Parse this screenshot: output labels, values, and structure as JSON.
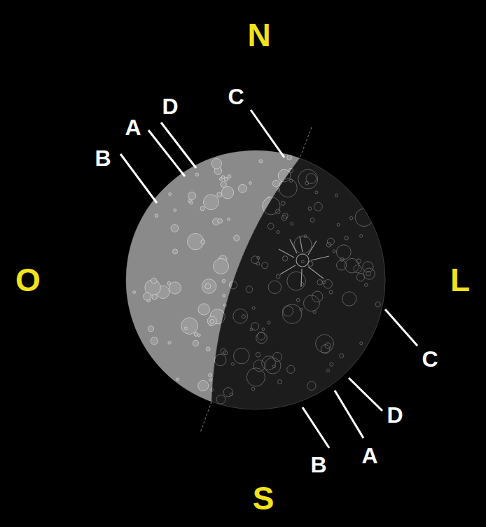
{
  "diagram": {
    "labels": [
      "N",
      "C",
      "D",
      "A",
      "B",
      "O",
      "L",
      "C",
      "D",
      "A",
      "B",
      "S"
    ]
  }
}
